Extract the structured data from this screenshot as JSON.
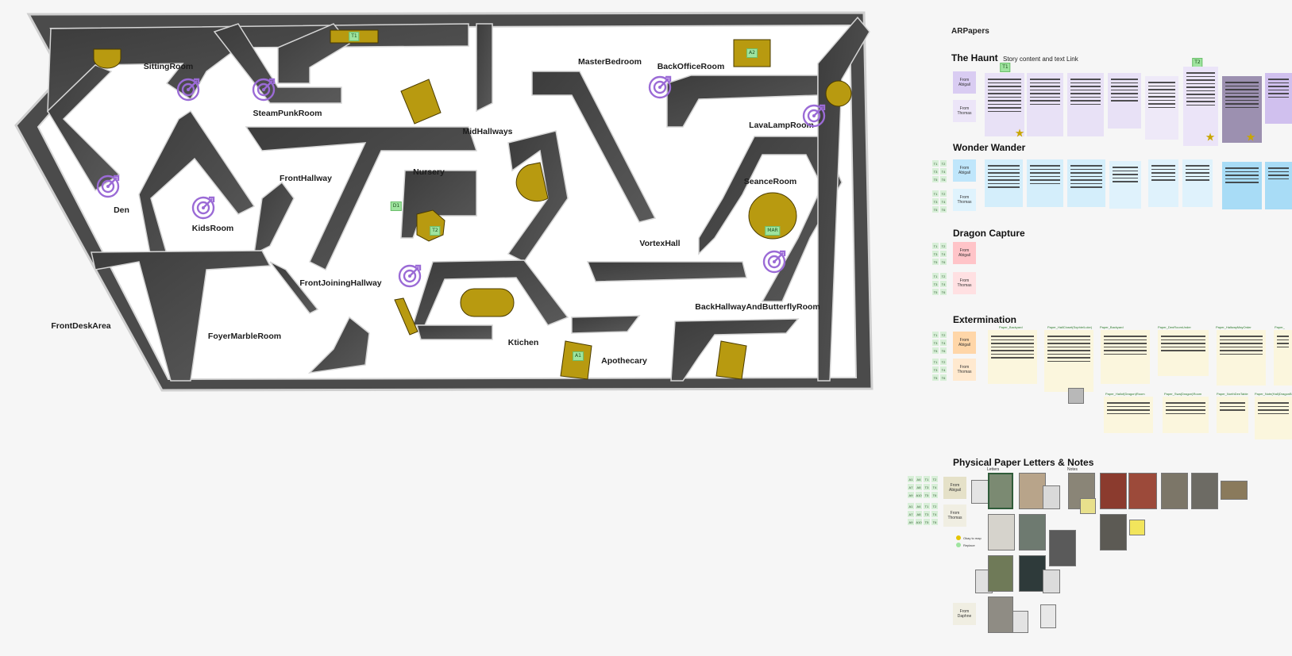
{
  "map": {
    "rooms": [
      {
        "id": "sitting",
        "name": "SittingRoom"
      },
      {
        "id": "steampunk",
        "name": "SteamPunkRoom"
      },
      {
        "id": "master",
        "name": "MasterBedroom"
      },
      {
        "id": "backoffice",
        "name": "BackOfficeRoom"
      },
      {
        "id": "lavalamp",
        "name": "LavaLampRoom"
      },
      {
        "id": "midhall",
        "name": "MidHallways"
      },
      {
        "id": "fronthall",
        "name": "FrontHallway"
      },
      {
        "id": "nursery",
        "name": "Nursery"
      },
      {
        "id": "seance",
        "name": "SeanceRoom"
      },
      {
        "id": "den",
        "name": "Den"
      },
      {
        "id": "kids",
        "name": "KidsRoom"
      },
      {
        "id": "vortex",
        "name": "VortexHall"
      },
      {
        "id": "frontjoin",
        "name": "FrontJoiningHallway"
      },
      {
        "id": "backhall",
        "name": "BackHallwayAndButterflyRoom"
      },
      {
        "id": "frontdesk",
        "name": "FrontDeskArea"
      },
      {
        "id": "foyer",
        "name": "FoyerMarbleRoom"
      },
      {
        "id": "kitchen",
        "name": "Ktichen"
      },
      {
        "id": "apothecary",
        "name": "Apothecary"
      }
    ],
    "tags": [
      "T1",
      "A2",
      "D1",
      "T2",
      "A1",
      "MAR"
    ],
    "target_icon": "target-arrow-icon",
    "colors": {
      "furniture": "#b89a10",
      "wall": "#4a4a4a",
      "floor": "#ffffff",
      "target": "#9b6bd6"
    }
  },
  "panel": {
    "title": "ARPapers",
    "haunt": {
      "title": "The Haunt",
      "note": "Story content and text Link",
      "from_abigail": "From Abigail",
      "from_thomas": "From Thomas",
      "tags": [
        "T1",
        "T2"
      ]
    },
    "wonder": {
      "title": "Wonder Wander",
      "from_abigail": "From Abigail",
      "from_thomas": "From Thomas"
    },
    "dragon": {
      "title": "Dragon Capture",
      "from_abigail": "From Abigail",
      "from_thomas": "From Thomas"
    },
    "exterm": {
      "title": "Extermination",
      "from_abigail": "From Abigail",
      "from_thomas": "From Thomas",
      "paper_names": [
        "Paper_Backyard",
        "Paper_HallCloset(Sophie/Luke)",
        "Paper_Backyard",
        "Paper_DenRoomUnder",
        "Paper_HallwayMayOrder",
        "Paper_",
        "Paper_Hallof(Dragon)Room",
        "Paper_Swa(Dragon)Room",
        "Paper_NorthDenTable",
        "Paper_Note(Hall)DragonB"
      ]
    },
    "physical": {
      "title": "Physical Paper Letters & Notes",
      "letters_label": "Letters",
      "notes_label": "Notes",
      "from_abigail": "From Abigail",
      "from_thomas": "From Thomas",
      "from_daphne": "From Daphne",
      "legend_gold": "Okay to map",
      "legend_green": "Replace",
      "grid_tags": [
        "A1",
        "A4",
        "T1",
        "T2",
        "A7",
        "A8",
        "T3",
        "T4",
        "A9",
        "A10",
        "T5",
        "T6"
      ]
    },
    "colors": {
      "haunt": "#d9ccf2",
      "wonder": "#bfe6fb",
      "dragon": "#ffc4c8",
      "exterm": "#ffdcae",
      "physical": "#e5e1c8",
      "paper_note": "#fbf6dd"
    }
  }
}
